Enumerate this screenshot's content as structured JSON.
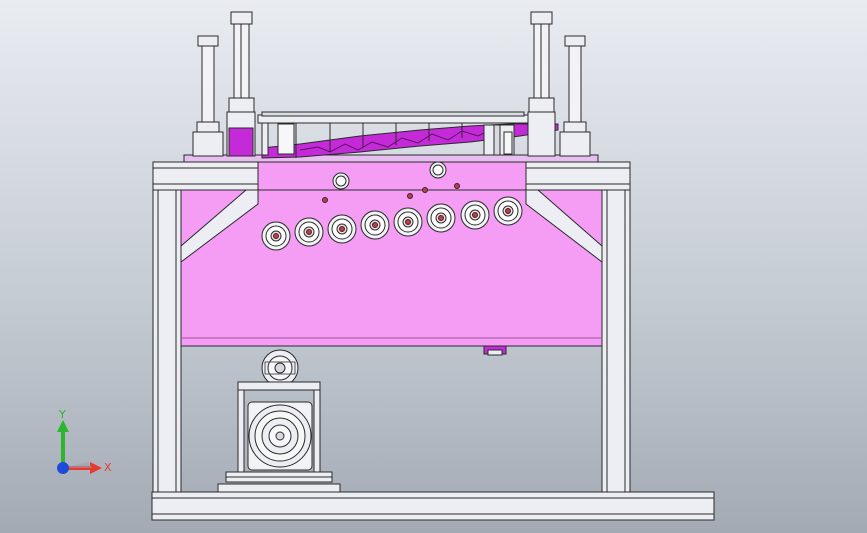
{
  "viewport": {
    "background_top": "#e9ecf1",
    "background_bottom": "#a4aab4"
  },
  "model": {
    "frame_color": "#eceef3",
    "edge_color": "#2a2a2a",
    "body_color": "#f59df5",
    "accent_color": "#c42ad8",
    "roller_count": 8
  },
  "triad": {
    "x_label": "X",
    "y_label": "Y",
    "x_color": "#e8392f",
    "y_color": "#2bb52b",
    "z_color": "#1b4bd8"
  }
}
